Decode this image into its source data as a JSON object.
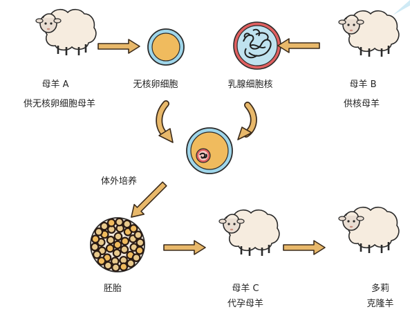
{
  "labels": {
    "ewe_a_name": "母羊 A",
    "ewe_a_role": "供无核卵细胞母羊",
    "enucleated_egg": "无核卵细胞",
    "mammary_nucleus": "乳腺细胞核",
    "ewe_b_name": "母羊 B",
    "ewe_b_role": "供核母羊",
    "culture": "体外培养",
    "embryo": "胚胎",
    "ewe_c_name": "母羊 C",
    "ewe_c_role": "代孕母羊",
    "dolly_name": "多莉",
    "dolly_role": "克隆羊"
  },
  "colors": {
    "arrow_fill": "#e8b86a",
    "arrow_stroke": "#3a2a1a",
    "wool": "#f6ecdf",
    "face": "#e9ddd2",
    "cell_yolk": "#f0bb5e",
    "cell_ring": "#9fd6ea",
    "nucleus_fill": "#bfe2ef",
    "nucleus_ring": "#e06060",
    "outline": "#2a2a2a"
  }
}
